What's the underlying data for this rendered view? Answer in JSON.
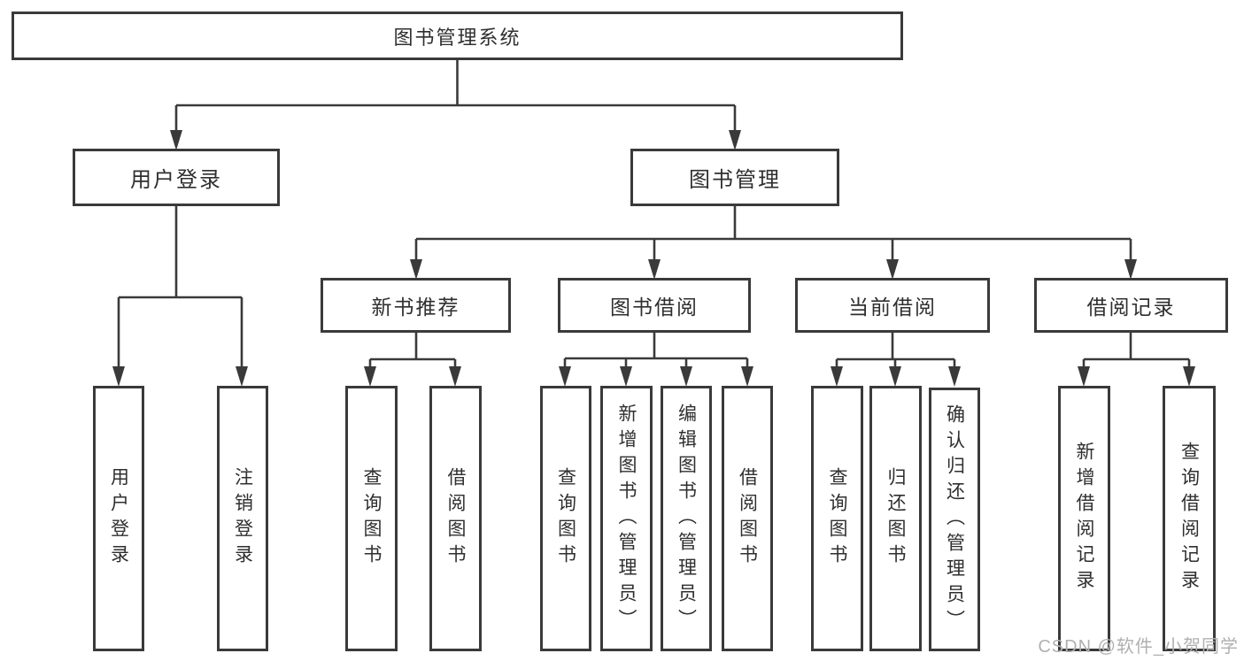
{
  "diagram_title": "图书管理系统",
  "watermark": "CSDN @软件_小贺同学",
  "colors": {
    "line": "#3a3a3a",
    "border": "#3a3a3a",
    "text": "#2f2f2f",
    "watermark": "#b0b0b0",
    "fill": "#ffffff"
  },
  "nodes": {
    "root": "图书管理系统",
    "user_login": "用户登录",
    "book_mgmt": "图书管理",
    "l3": [
      "新书推荐",
      "图书借阅",
      "当前借阅",
      "借阅记录"
    ],
    "login_leaves": [
      "用户登录",
      "注销登录"
    ],
    "recommend_leaves": [
      "查询图书",
      "借阅图书"
    ],
    "borrow_leaves": [
      "查询图书",
      "新增图书（管理员）",
      "编辑图书（管理员）",
      "借阅图书"
    ],
    "current_leaves": [
      "查询图书",
      "归还图书",
      "确认归还（管理员）"
    ],
    "record_leaves": [
      "新增借阅记录",
      "查询借阅记录"
    ]
  }
}
